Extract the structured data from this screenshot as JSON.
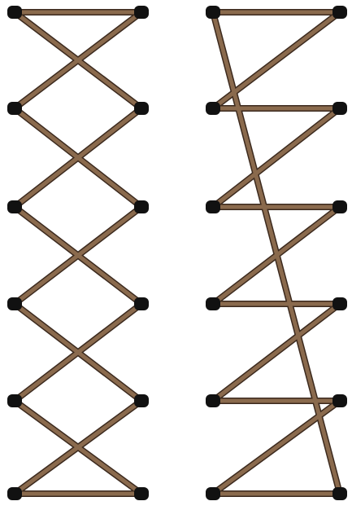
{
  "diagrams": [
    {
      "name": "criss-cross-lacing",
      "rows": 6,
      "segments": [
        [
          [
            0,
            "L"
          ],
          [
            0,
            "R"
          ]
        ],
        [
          [
            0,
            "L"
          ],
          [
            1,
            "R"
          ]
        ],
        [
          [
            0,
            "R"
          ],
          [
            1,
            "L"
          ]
        ],
        [
          [
            1,
            "L"
          ],
          [
            2,
            "R"
          ]
        ],
        [
          [
            1,
            "R"
          ],
          [
            2,
            "L"
          ]
        ],
        [
          [
            2,
            "L"
          ],
          [
            3,
            "R"
          ]
        ],
        [
          [
            2,
            "R"
          ],
          [
            3,
            "L"
          ]
        ],
        [
          [
            3,
            "L"
          ],
          [
            4,
            "R"
          ]
        ],
        [
          [
            3,
            "R"
          ],
          [
            4,
            "L"
          ]
        ],
        [
          [
            4,
            "L"
          ],
          [
            5,
            "R"
          ]
        ],
        [
          [
            4,
            "R"
          ],
          [
            5,
            "L"
          ]
        ],
        [
          [
            5,
            "L"
          ],
          [
            5,
            "R"
          ]
        ]
      ]
    },
    {
      "name": "single-helix-lacing",
      "rows": 6,
      "segments": [
        [
          [
            0,
            "L"
          ],
          [
            0,
            "R"
          ]
        ],
        [
          [
            0,
            "L"
          ],
          [
            5,
            "R"
          ]
        ],
        [
          [
            0,
            "R"
          ],
          [
            1,
            "L"
          ]
        ],
        [
          [
            1,
            "L"
          ],
          [
            1,
            "R"
          ]
        ],
        [
          [
            1,
            "R"
          ],
          [
            2,
            "L"
          ]
        ],
        [
          [
            2,
            "L"
          ],
          [
            2,
            "R"
          ]
        ],
        [
          [
            2,
            "R"
          ],
          [
            3,
            "L"
          ]
        ],
        [
          [
            3,
            "L"
          ],
          [
            3,
            "R"
          ]
        ],
        [
          [
            3,
            "R"
          ],
          [
            4,
            "L"
          ]
        ],
        [
          [
            4,
            "L"
          ],
          [
            4,
            "R"
          ]
        ],
        [
          [
            4,
            "R"
          ],
          [
            5,
            "L"
          ]
        ],
        [
          [
            5,
            "L"
          ],
          [
            5,
            "R"
          ]
        ]
      ]
    }
  ],
  "colors": {
    "lace": "#8a6a4d",
    "lace_outline": "#3c2a1e",
    "eyelet": "#111111",
    "background": "#ffffff"
  }
}
